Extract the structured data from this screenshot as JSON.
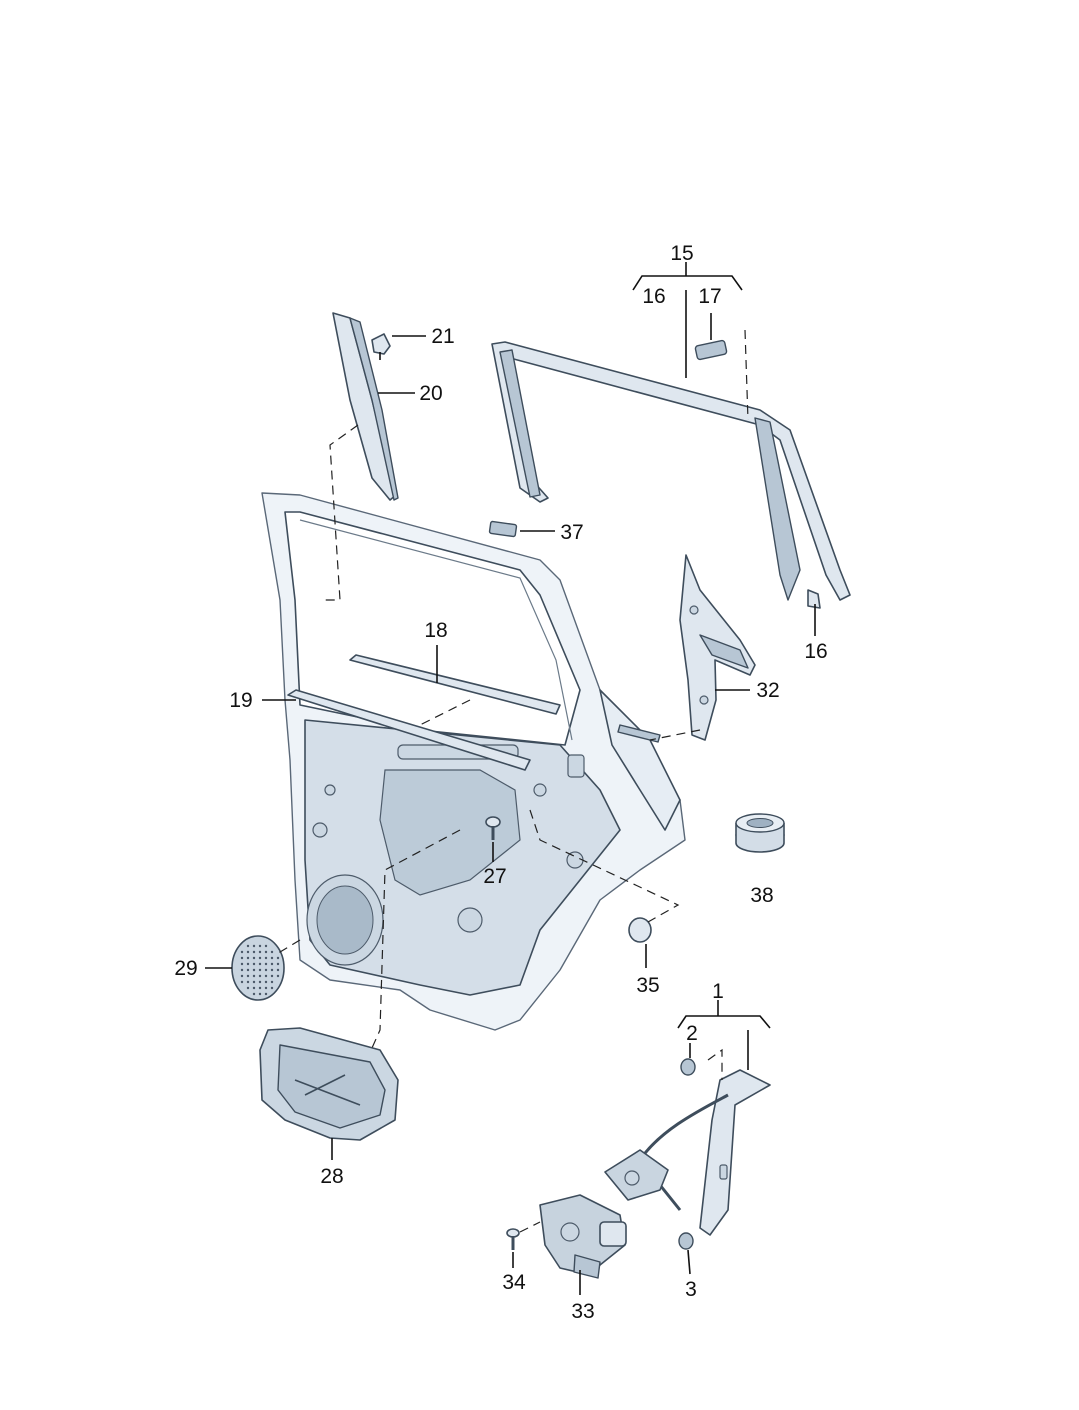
{
  "diagram": {
    "callouts": [
      {
        "id": "1",
        "text": "1"
      },
      {
        "id": "2",
        "text": "2"
      },
      {
        "id": "3",
        "text": "3"
      },
      {
        "id": "15",
        "text": "15"
      },
      {
        "id": "16a",
        "text": "16"
      },
      {
        "id": "16b",
        "text": "16"
      },
      {
        "id": "17",
        "text": "17"
      },
      {
        "id": "18",
        "text": "18"
      },
      {
        "id": "19",
        "text": "19"
      },
      {
        "id": "20",
        "text": "20"
      },
      {
        "id": "21",
        "text": "21"
      },
      {
        "id": "27",
        "text": "27"
      },
      {
        "id": "28",
        "text": "28"
      },
      {
        "id": "29",
        "text": "29"
      },
      {
        "id": "32",
        "text": "32"
      },
      {
        "id": "33",
        "text": "33"
      },
      {
        "id": "34",
        "text": "34"
      },
      {
        "id": "35",
        "text": "35"
      },
      {
        "id": "37",
        "text": "37"
      },
      {
        "id": "38",
        "text": "38"
      }
    ],
    "colors": {
      "part_fill": "#dfe7ef",
      "part_light": "#eef3f8",
      "part_dark": "#b7c6d4",
      "outline": "#3e4d5c",
      "label": "#111111"
    }
  }
}
